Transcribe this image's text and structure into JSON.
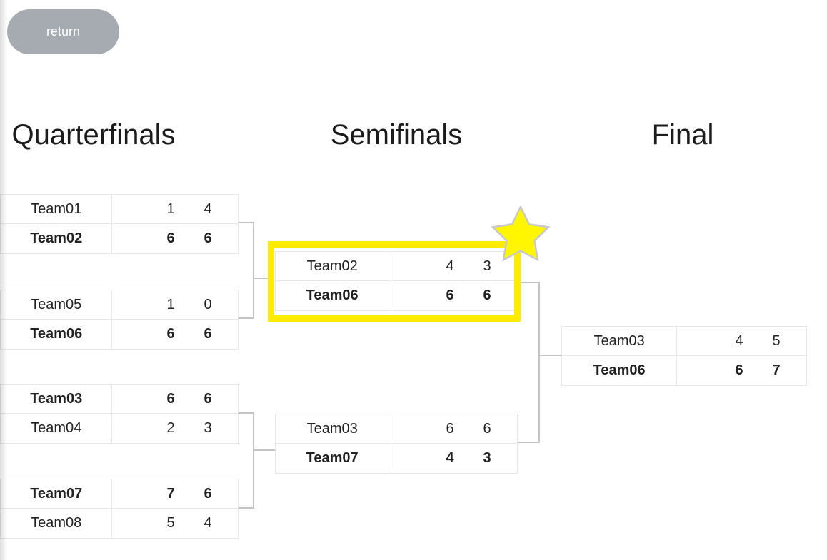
{
  "button": {
    "label": "return"
  },
  "colors": {
    "highlight_yellow": "#FFEB00",
    "star_fill": "#FFF600",
    "star_stroke": "#C9C9C9",
    "button_bg": "#A5ABB0",
    "table_border": "#E7E7E7",
    "connector": "#C4C4C4",
    "text": "#222222"
  },
  "rounds": [
    {
      "title": "Quarterfinals",
      "matches": [
        {
          "highlighted": false,
          "rows": [
            {
              "name": "Team01",
              "bold": false,
              "scores": [
                "1",
                "4"
              ]
            },
            {
              "name": "Team02",
              "bold": true,
              "scores": [
                "6",
                "6"
              ]
            }
          ]
        },
        {
          "highlighted": false,
          "rows": [
            {
              "name": "Team05",
              "bold": false,
              "scores": [
                "1",
                "0"
              ]
            },
            {
              "name": "Team06",
              "bold": true,
              "scores": [
                "6",
                "6"
              ]
            }
          ]
        },
        {
          "highlighted": false,
          "rows": [
            {
              "name": "Team03",
              "bold": true,
              "scores": [
                "6",
                "6"
              ]
            },
            {
              "name": "Team04",
              "bold": false,
              "scores": [
                "2",
                "3"
              ]
            }
          ]
        },
        {
          "highlighted": false,
          "rows": [
            {
              "name": "Team07",
              "bold": true,
              "scores": [
                "7",
                "6"
              ]
            },
            {
              "name": "Team08",
              "bold": false,
              "scores": [
                "5",
                "4"
              ]
            }
          ]
        }
      ]
    },
    {
      "title": "Semifinals",
      "matches": [
        {
          "highlighted": true,
          "rows": [
            {
              "name": "Team02",
              "bold": false,
              "scores": [
                "4",
                "3"
              ]
            },
            {
              "name": "Team06",
              "bold": true,
              "scores": [
                "6",
                "6"
              ]
            }
          ]
        },
        {
          "highlighted": false,
          "rows": [
            {
              "name": "Team03",
              "bold": false,
              "scores": [
                "6",
                "6"
              ]
            },
            {
              "name": "Team07",
              "bold": true,
              "scores": [
                "4",
                "3"
              ]
            }
          ]
        }
      ]
    },
    {
      "title": "Final",
      "matches": [
        {
          "highlighted": false,
          "rows": [
            {
              "name": "Team03",
              "bold": false,
              "scores": [
                "4",
                "5"
              ]
            },
            {
              "name": "Team06",
              "bold": true,
              "scores": [
                "6",
                "7"
              ]
            }
          ]
        }
      ]
    }
  ]
}
